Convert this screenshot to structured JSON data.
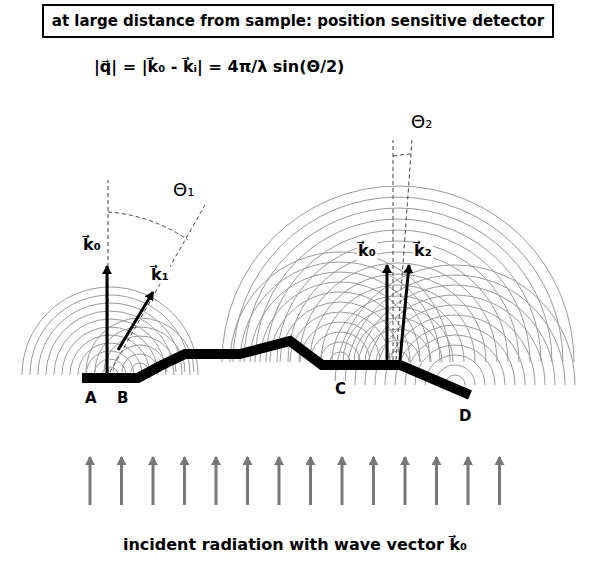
{
  "diagram": {
    "title": "at large distance from sample: position sensitive detector",
    "nodes": [
      {
        "text": [
          "at large distance from sample: position sensitive detector"
        ]
      }
    ],
    "labels": [
      "|q⃗| = |k⃗₀ - k⃗ᵢ| = 4π/λ sin(Θ/2)",
      "Θ₁",
      "k⃗₀",
      "k⃗₁",
      "k⃗₀",
      "k⃗₂",
      "Θ₂",
      "A",
      "B",
      "C",
      "D"
    ],
    "caption": "incident radiation with wave vector k⃗₀"
  }
}
